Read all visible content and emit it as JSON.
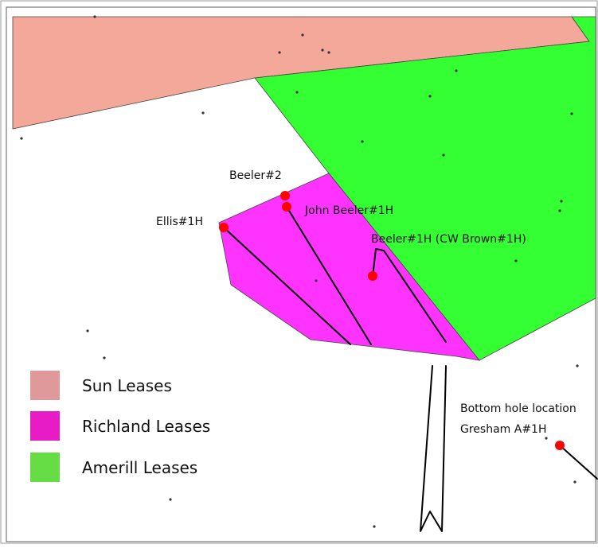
{
  "colors": {
    "sun": "#f4a89a",
    "sun_legend": "#e0999a",
    "richland": "#ff33ff",
    "richland_legend": "#e81cc7",
    "amerill": "#33ff33",
    "amerill_legend": "#66dd44",
    "well": "#ff0000",
    "trajectory": "#000000",
    "border": "#888888"
  },
  "legend": {
    "items": [
      {
        "label": "Sun Leases",
        "color": "#e0999a"
      },
      {
        "label": "Richland Leases",
        "color": "#e81cc7"
      },
      {
        "label": "Amerill Leases",
        "color": "#66dd44"
      }
    ]
  },
  "wells": [
    {
      "label": "Beeler#2"
    },
    {
      "label": "John Beeler#1H"
    },
    {
      "label": "Ellis#1H"
    },
    {
      "label": "Beeler#1H (CW Brown#1H)"
    }
  ],
  "bottom_hole": {
    "line1": "Bottom hole location",
    "line2": "Gresham A#1H"
  }
}
